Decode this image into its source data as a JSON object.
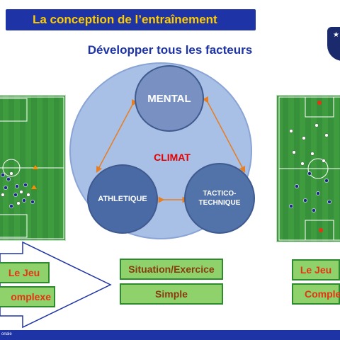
{
  "header": {
    "title": "La conception de l’entraînement"
  },
  "subtitle": "Développer tous les facteurs",
  "circles": {
    "mental": "MENTAL",
    "climat": "CLIMAT",
    "athletique": "ATHLETIQUE",
    "tactico_line1": "TACTICO-",
    "tactico_line2": "TECHNIQUE"
  },
  "left_panel": {
    "btn1": "Le Jeu",
    "btn2": "Complexe",
    "btn2_visible": "omplexe"
  },
  "center_panel": {
    "btn1": "Situation/Exercice",
    "btn2": "Simple"
  },
  "right_panel": {
    "btn1": "Le Jeu",
    "btn2": "Complexe",
    "btn2_visible": "Complex"
  },
  "footer": {
    "text": "onale"
  },
  "colors": {
    "navy": "#1d33a6",
    "yellow": "#ffcc00",
    "green": "#8fd16a",
    "red": "#e63312",
    "circle": "#a8bfe6"
  }
}
